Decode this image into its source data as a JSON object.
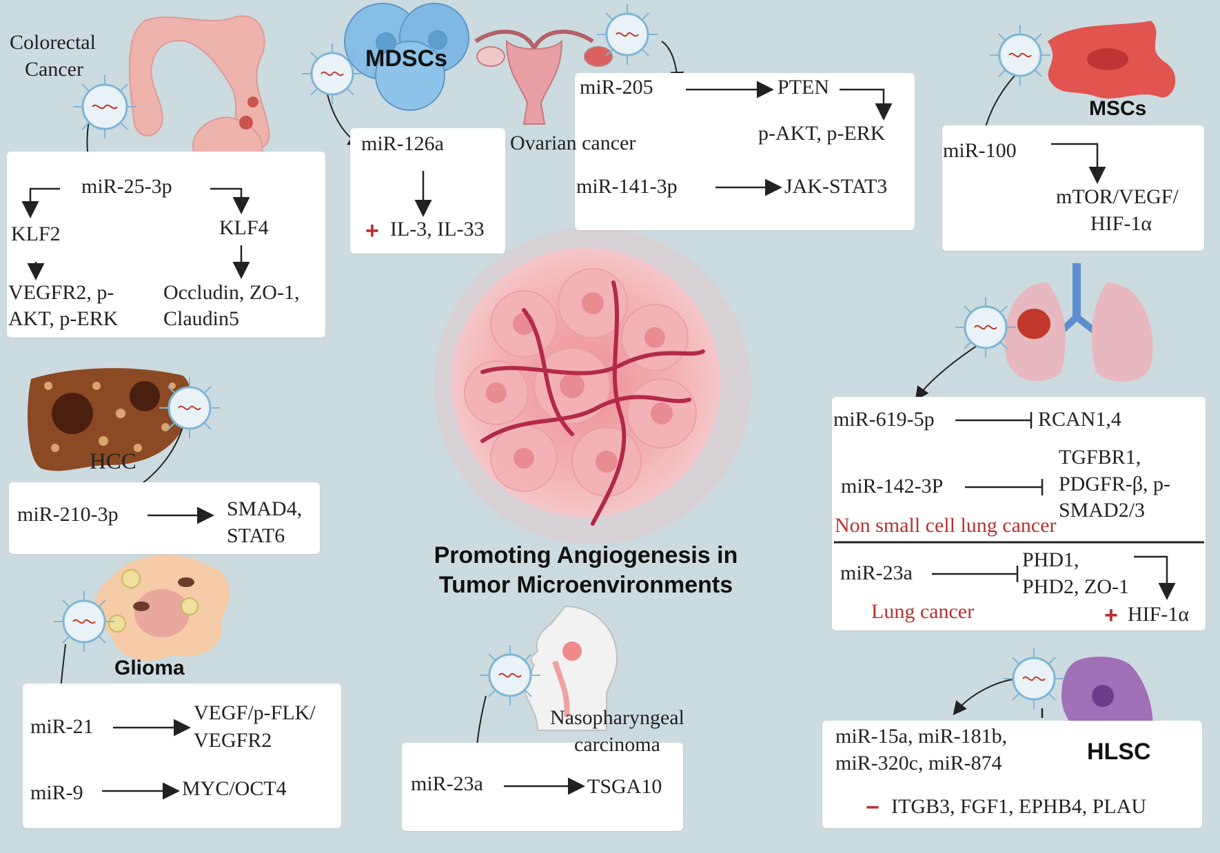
{
  "title": {
    "line1": "Promoting Angiogenesis in",
    "line2": "Tumor Microenvironments"
  },
  "colorectal": {
    "label1": "Colorectal",
    "label2": "Cancer",
    "mirna": "miR-25-3p",
    "klf2": "KLF2",
    "klf4": "KLF4",
    "left_target1": "VEGFR2, p-",
    "left_target2": "AKT, p-ERK",
    "right_target1": "Occludin, ZO-1,",
    "right_target2": "Claudin5"
  },
  "mdscs": {
    "label": "MDSCs",
    "mirna": "miR-126a",
    "sign": "+",
    "target": "IL-3, IL-33"
  },
  "ovarian": {
    "label": "Ovarian cancer",
    "mirna1": "miR-205",
    "target1": "PTEN",
    "target1b": "p-AKT, p-ERK",
    "mirna2": "miR-141-3p",
    "target2": "JAK-STAT3"
  },
  "mscs": {
    "label": "MSCs",
    "mirna": "miR-100",
    "target1": "mTOR/VEGF/",
    "target2": "HIF-1α"
  },
  "hcc": {
    "label": "HCC",
    "mirna": "miR-210-3p",
    "target1": "SMAD4,",
    "target2": "STAT6"
  },
  "glioma": {
    "label": "Glioma",
    "mirna1": "miR-21",
    "target1a": "VEGF/p-FLK/",
    "target1b": "VEGFR2",
    "mirna2": "miR-9",
    "target2": "MYC/OCT4"
  },
  "nasopharyngeal": {
    "label1": "Nasopharyngeal",
    "label2": "carcinoma",
    "mirna": "miR-23a",
    "target": "TSGA10"
  },
  "lung": {
    "mirna1": "miR-619-5p",
    "target1": "RCAN1,4",
    "mirna2": "miR-142-3P",
    "target2a": "TGFBR1,",
    "target2b": "PDGFR-β, p-",
    "target2c": "SMAD2/3",
    "nsclc_label": "Non small cell lung cancer",
    "mirna3": "miR-23a",
    "target3a": "PHD1,",
    "target3b": "PHD2, ZO-1",
    "lung_label": "Lung cancer",
    "sign": "+",
    "target3c": "HIF-1α"
  },
  "hlsc": {
    "label": "HLSC",
    "mirnas1": "miR-15a, miR-181b,",
    "mirnas2": "miR-320c, miR-874",
    "sign": "−",
    "targets": "ITGB3, FGF1, EPHB4, PLAU"
  },
  "colors": {
    "background": "#ccdbdf",
    "accent_red": "#b8312f",
    "vessel": "#b22a48",
    "tumor": "#f2a7aa",
    "mscs_cell": "#e2544f",
    "mdsc_cell": "#7fb8e3",
    "hlsc_cell": "#a070b8"
  },
  "icons": [
    "exosome-icon",
    "colon-icon",
    "uterus-icon",
    "msc-cell-icon",
    "mdsc-cell-icon",
    "lung-icon",
    "liver-icon",
    "glioma-cell-icon",
    "head-icon",
    "hlsc-cell-icon",
    "tumor-cluster-icon"
  ]
}
